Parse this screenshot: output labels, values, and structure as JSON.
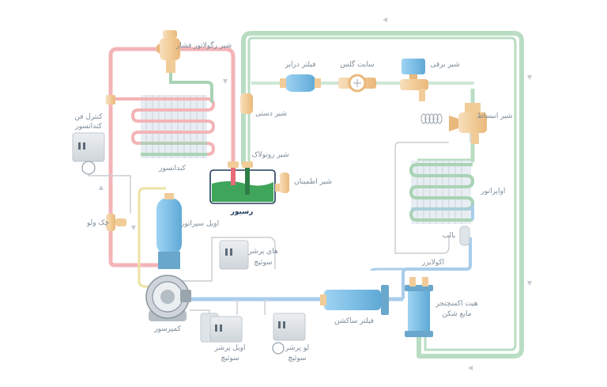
{
  "labels": {
    "pressure_regulator_valve": "شیر رگولاتور فشار",
    "condenser_fan_control": "کنترل فن",
    "condenser_fan_control_2": "کندانسور",
    "condenser": "کندانسور",
    "service_valve": "شیر دستی",
    "rotalock_valve": "شیر روتولاک",
    "receiver": "رسیور",
    "safety_valve": "شیر اطمینان",
    "check_valve": "چک ولو",
    "oil_separator": "اویل سپراتور",
    "high_pressure_switch": "های پرشر",
    "high_pressure_switch_2": "سوئیچ",
    "compressor": "کمپرسور",
    "oil_pressure_switch": "اویل پرشر",
    "oil_pressure_switch_2": "سوئیچ",
    "low_pressure_switch": "لو پرشر",
    "low_pressure_switch_2": "سوئیچ",
    "suction_filter": "فیلتر ساکشن",
    "heat_exchanger": "هیت اکسچنجر",
    "liquid_separator": "مایع شکن",
    "filter_drier": "فیلتر درایر",
    "sight_glass": "سایت گلس",
    "solenoid_valve": "شیر برقی",
    "expansion_valve": "شیر انبساط",
    "evaporator": "اواپراتور",
    "bulb": "بالب",
    "equalizer": "اکولایزر"
  },
  "colors": {
    "hot_gas": "#f3b4b7",
    "hot_gas_receiver": "#f4bdc0",
    "liquid": "#a9d3b5",
    "liquid_dark": "#8ec39f",
    "suction": "#a9cdea",
    "oil": "#ece3a4",
    "control": "#c8cdd2",
    "brass": "#f3d1a3",
    "component_blue": "#7fbfe6",
    "receiver_green": "#3fa55a",
    "text": "#7d8c99",
    "text_strong": "#1e3b5a"
  }
}
